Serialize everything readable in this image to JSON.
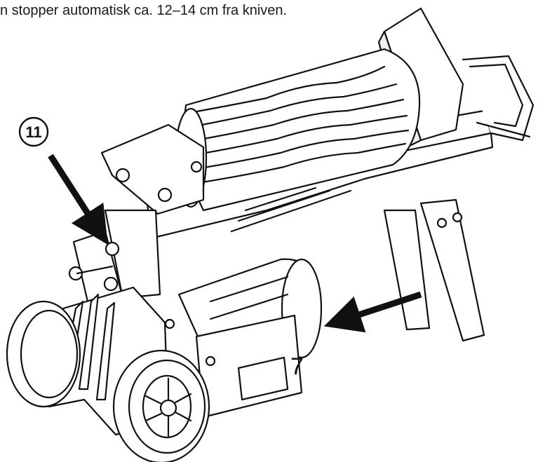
{
  "caption": "n stopper automatisk ca. 12–14 cm fra kniven.",
  "callouts": {
    "label_11": "11",
    "label_7": "7"
  },
  "colors": {
    "line": "#111111",
    "fill": "#ffffff",
    "shade": "#d9d9d9"
  }
}
